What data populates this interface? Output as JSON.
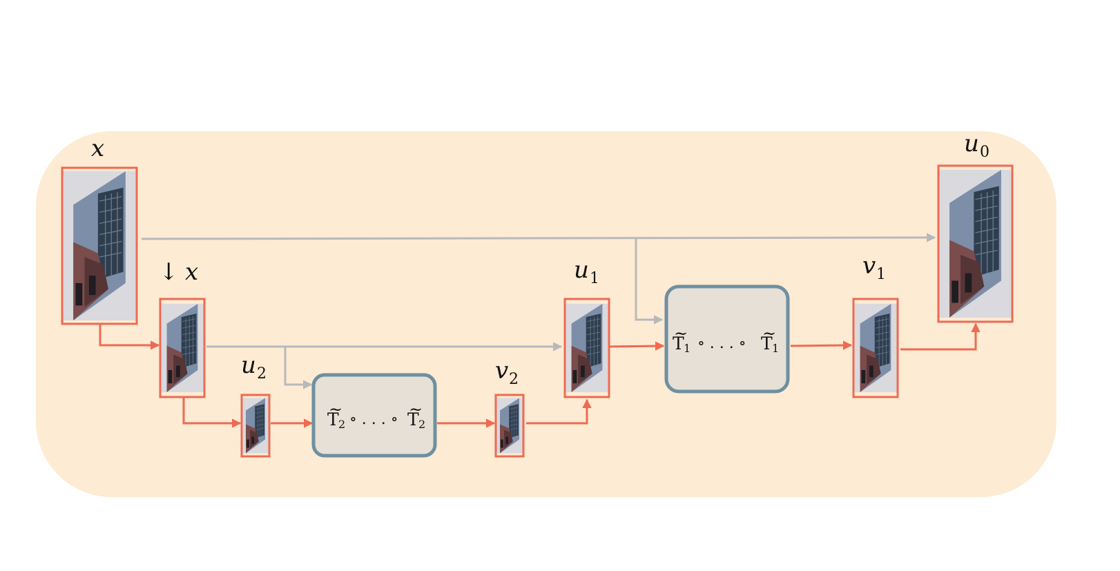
{
  "colors": {
    "panel": "#fdebd3",
    "frame_stroke": "#ee6a52",
    "frame_fill": "#d9d9de",
    "red_arrow": "#ee6a52",
    "gray_arrow": "#b8b8bc",
    "op_fill": "#e6e0d6",
    "op_stroke": "#6f8fa1"
  },
  "labels": {
    "x": {
      "base": "x",
      "sub": ""
    },
    "down_x": {
      "prefix": "↓",
      "base": "x",
      "sub": ""
    },
    "u2": {
      "base": "u",
      "sub": "2"
    },
    "v2": {
      "base": "v",
      "sub": "2"
    },
    "u1": {
      "base": "u",
      "sub": "1"
    },
    "v1": {
      "base": "v",
      "sub": "1"
    },
    "u0": {
      "base": "u",
      "sub": "0"
    }
  },
  "operators": {
    "op2": {
      "t": "T",
      "idx": "2",
      "mid": "∘ . . . ∘",
      "tilde": "~"
    },
    "op1": {
      "t": "T",
      "idx": "1",
      "mid": "∘ . . . ∘",
      "tilde": "~"
    }
  },
  "icons": {
    "image_thumbnail": "building-photo-icon"
  }
}
